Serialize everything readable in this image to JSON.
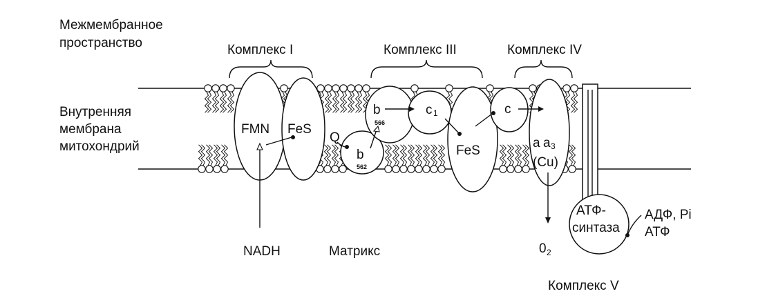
{
  "labels": {
    "intermembrane_line1": "Межмембранное",
    "intermembrane_line2": "пространство",
    "membrane_line1": "Внутренняя",
    "membrane_line2": "мембрана",
    "membrane_line3": "митохондрий",
    "matrix": "Матрикс"
  },
  "complexes": {
    "c1": "Комплекс I",
    "c3": "Комплекс III",
    "c4": "Комплекс IV",
    "c5": "Комплекс V"
  },
  "components": {
    "fmn": "FMN",
    "fes1": "FeS",
    "q": "Q",
    "b562": "b",
    "b562_sub": "562",
    "b566": "b",
    "b566_sub": "566",
    "c1": "c",
    "c1_sub": "1",
    "fes3": "FeS",
    "c": "c",
    "aa3_a": "a",
    "aa3_a3": "a",
    "aa3_sub": "3",
    "cu": "(Cu)",
    "atp_synthase_line1": "АТФ-",
    "atp_synthase_line2": "синтаза"
  },
  "substrates": {
    "nadh": "NADH",
    "o2": "0",
    "o2_sub": "2",
    "adp_pi": "АДФ, Pi",
    "atp": "АТФ"
  }
}
